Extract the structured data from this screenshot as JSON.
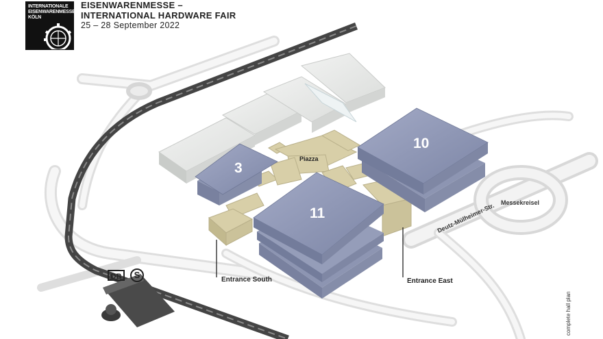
{
  "logo": {
    "line1": "INTERNATIONALE",
    "line2": "EISENWARENMESSE",
    "line3": "KÖLN"
  },
  "header": {
    "line1": "EISENWARENMESSE –",
    "line2": "INTERNATIONAL HARDWARE FAIR",
    "line3": "25 – 28 September 2022"
  },
  "halls": {
    "hall_3": "3",
    "hall_10": "10",
    "hall_11": "11"
  },
  "labels": {
    "piazza": "Piazza",
    "entrance_south": "Entrance South",
    "entrance_east": "Entrance East",
    "street_deutz": "Deutz-Mülheimer-Str.",
    "roundabout": "Messekreisel",
    "side_note": "complete hall plan"
  },
  "transit": {
    "db": "DB",
    "sbahn": "S"
  },
  "colors": {
    "highlighted_hall": "#8e96b4",
    "other_hall": "#e6e8e6",
    "connector": "#d8cfa8",
    "road": "#e4e4e4",
    "rail": "#555555"
  }
}
